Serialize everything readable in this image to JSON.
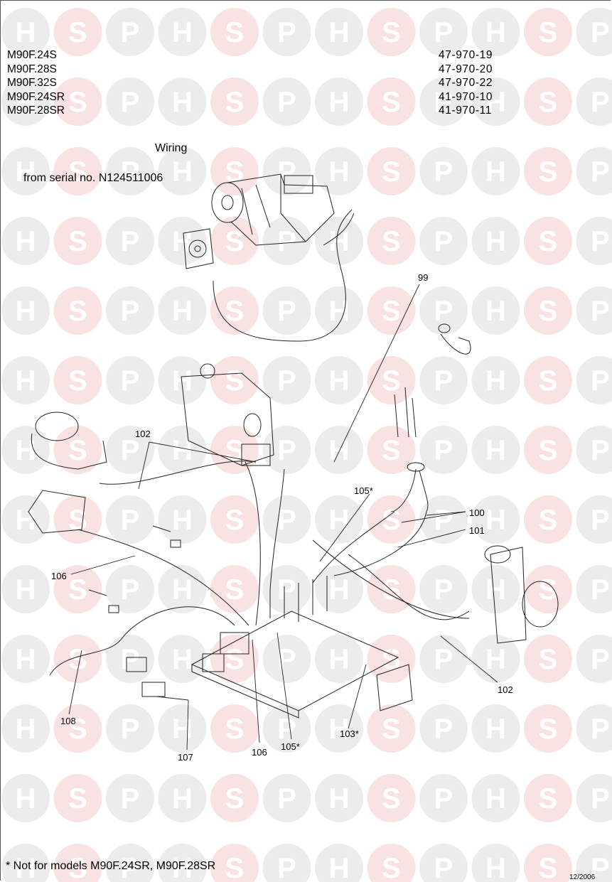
{
  "header": {
    "models": [
      "M90F.24S",
      "M90F.28S",
      "M90F.32S",
      "M90F.24SR",
      "M90F.28SR"
    ],
    "codes": [
      "47-970-19",
      "47-970-20",
      "47-970-22",
      "41-970-10",
      "41-970-11"
    ]
  },
  "title": "Wiring",
  "serial_note": "from serial no. N124511006",
  "watermark": {
    "letters": [
      "H",
      "S",
      "P"
    ],
    "colors": {
      "H": "#ececec",
      "S": "#f9e2e2",
      "P": "#ececec"
    }
  },
  "callouts": {
    "c99": "99",
    "c100": "100",
    "c101": "101",
    "c102a": "102",
    "c102b": "102",
    "c103": "103*",
    "c105a": "105*",
    "c105b": "105*",
    "c106a": "106",
    "c106b": "106",
    "c107": "107",
    "c108": "108"
  },
  "footnote": "* Not for models M90F.24SR, M90F.28SR",
  "date": "12/2006"
}
